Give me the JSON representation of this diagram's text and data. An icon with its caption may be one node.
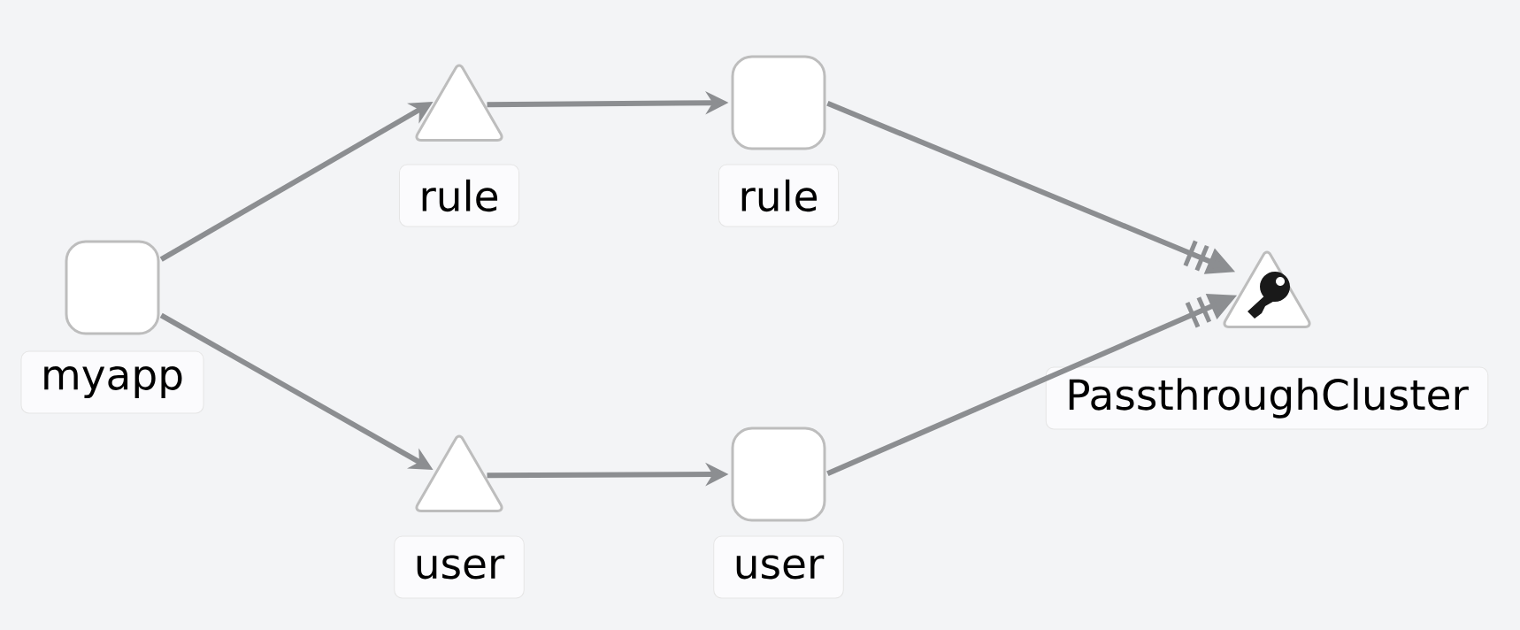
{
  "diagram": {
    "nodes": [
      {
        "text": [
          "myapp"
        ]
      },
      {
        "text": [
          "rule"
        ]
      },
      {
        "text": [
          "rule"
        ]
      },
      {
        "text": [
          "user"
        ]
      },
      {
        "text": [
          "user"
        ]
      },
      {
        "text": [
          "PassthroughCluster"
        ]
      }
    ],
    "edges": [
      {
        "from": 0,
        "to": 1,
        "arrow": "to"
      },
      {
        "from": 1,
        "to": 2,
        "arrow": "to"
      },
      {
        "from": 2,
        "to": 5,
        "arrow": "to"
      },
      {
        "from": 0,
        "to": 3,
        "arrow": "to"
      },
      {
        "from": 3,
        "to": 4,
        "arrow": "to"
      },
      {
        "from": 4,
        "to": 5,
        "arrow": "to"
      }
    ]
  }
}
